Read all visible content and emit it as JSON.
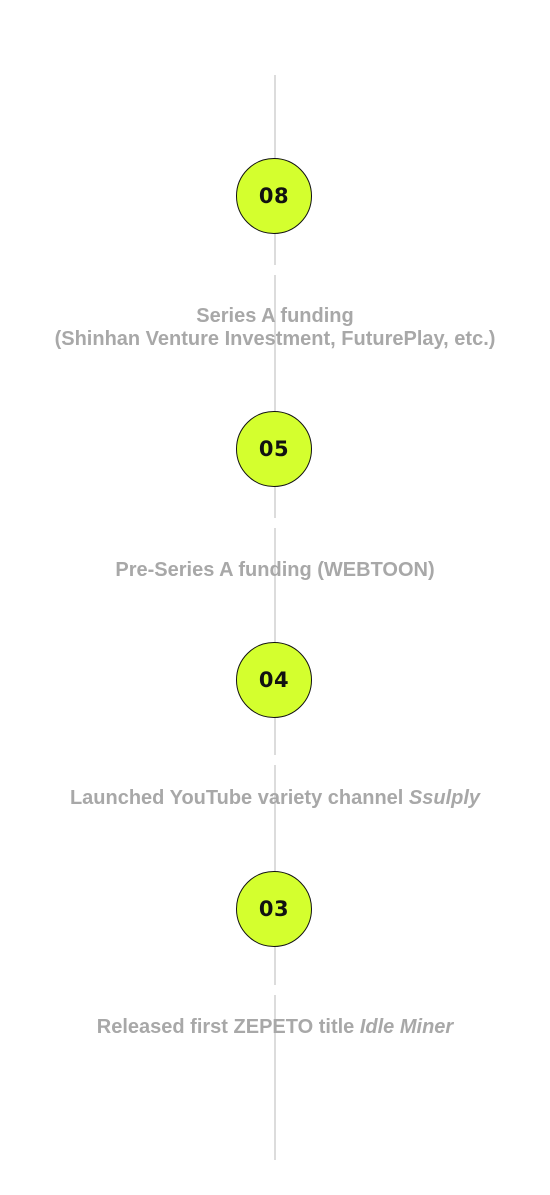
{
  "timeline": {
    "milestones": [
      {
        "number": "08",
        "caption_lines": [
          "Series A funding",
          "(Shinhan Venture Investment, FuturePlay, etc.)"
        ]
      },
      {
        "number": "05",
        "caption_lines": [
          "Pre-Series A funding (WEBTOON)"
        ]
      },
      {
        "number": "04",
        "caption_prefix": "Launched YouTube variety channel ",
        "caption_italic": "Ssulply"
      },
      {
        "number": "03",
        "caption_prefix": "Released first ZEPETO title ",
        "caption_italic": "Idle Miner"
      }
    ]
  },
  "colors": {
    "accent": "#d4ff2e",
    "line": "#dcdcdc",
    "caption": "#a8a8a8",
    "number": "#111111"
  }
}
